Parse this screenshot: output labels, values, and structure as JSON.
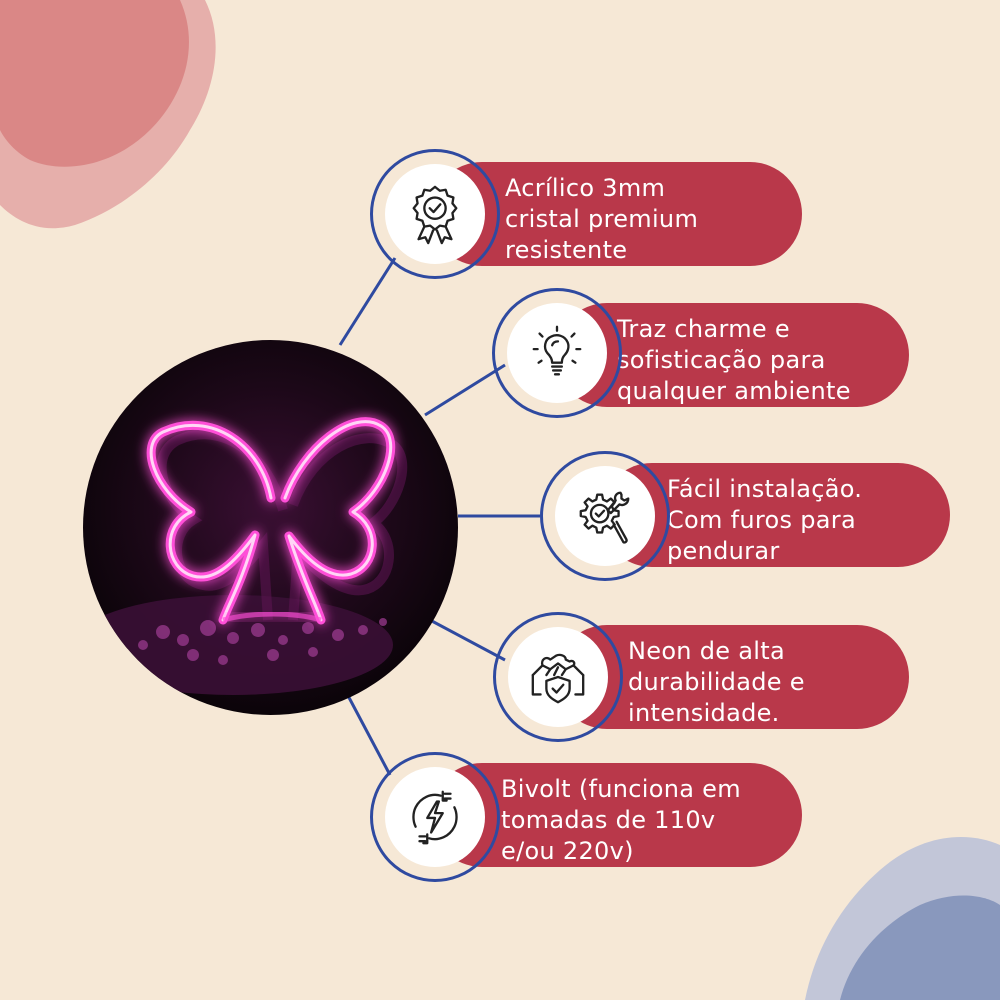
{
  "colors": {
    "background": "#f6e8d6",
    "pill": "#b9384a",
    "ring": "#2f4aa0",
    "neon": "#ff4fd8",
    "blob_top_left": "#d98080",
    "blob_bottom_right": "#7f8fb8"
  },
  "hero": {
    "icon": "butterfly-neon-sign"
  },
  "features": [
    {
      "icon": "award-badge-icon",
      "lines": [
        "Acrílico 3mm",
        "cristal premium",
        "resistente"
      ]
    },
    {
      "icon": "light-bulb-icon",
      "lines": [
        "Traz charme e",
        "sofisticação para",
        "qualquer ambiente"
      ]
    },
    {
      "icon": "gear-wrench-icon",
      "lines": [
        "Fácil instalação.",
        "Com furos para",
        "pendurar"
      ]
    },
    {
      "icon": "handshake-shield-icon",
      "lines": [
        "Neon de alta",
        "durabilidade e",
        "intensidade."
      ]
    },
    {
      "icon": "power-plug-icon",
      "lines": [
        "Bivolt (funciona em",
        "tomadas de 110v",
        "e/ou 220v)"
      ]
    }
  ]
}
